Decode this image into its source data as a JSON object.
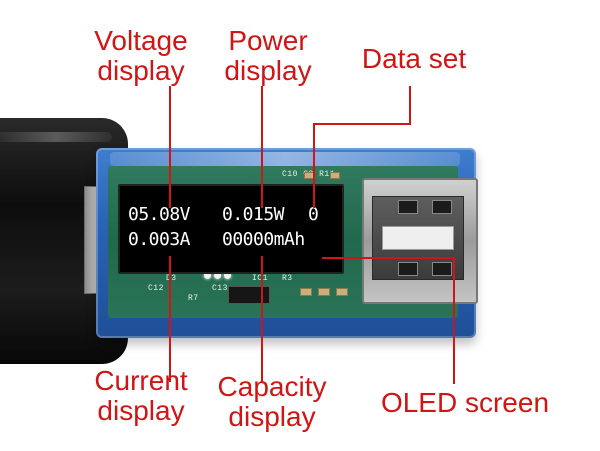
{
  "callouts": {
    "voltage": [
      "Voltage",
      "display"
    ],
    "power": [
      "Power",
      "display"
    ],
    "data_set": "Data set",
    "current": [
      "Current",
      "display"
    ],
    "capacity": [
      "Capacity",
      "display"
    ],
    "oled": "OLED screen"
  },
  "oled": {
    "voltage_value": "05.08V",
    "power_value": "0.015W",
    "data_set_value": "0",
    "current_value": "0.003A",
    "capacity_value": "00000mAh"
  },
  "pcb_labels": {
    "top_right": "C10 C9 R11",
    "lower_left": "D3",
    "lower_mid": "IC1",
    "lower_right": "R3",
    "bottom_left": "C12",
    "bottom_mid": "C13",
    "bottom_r7": "R7"
  },
  "colors": {
    "callout_red": "#d11414",
    "oled_background": "#000000",
    "oled_text": "#ffffff",
    "case_blue": "#2a63b5"
  }
}
